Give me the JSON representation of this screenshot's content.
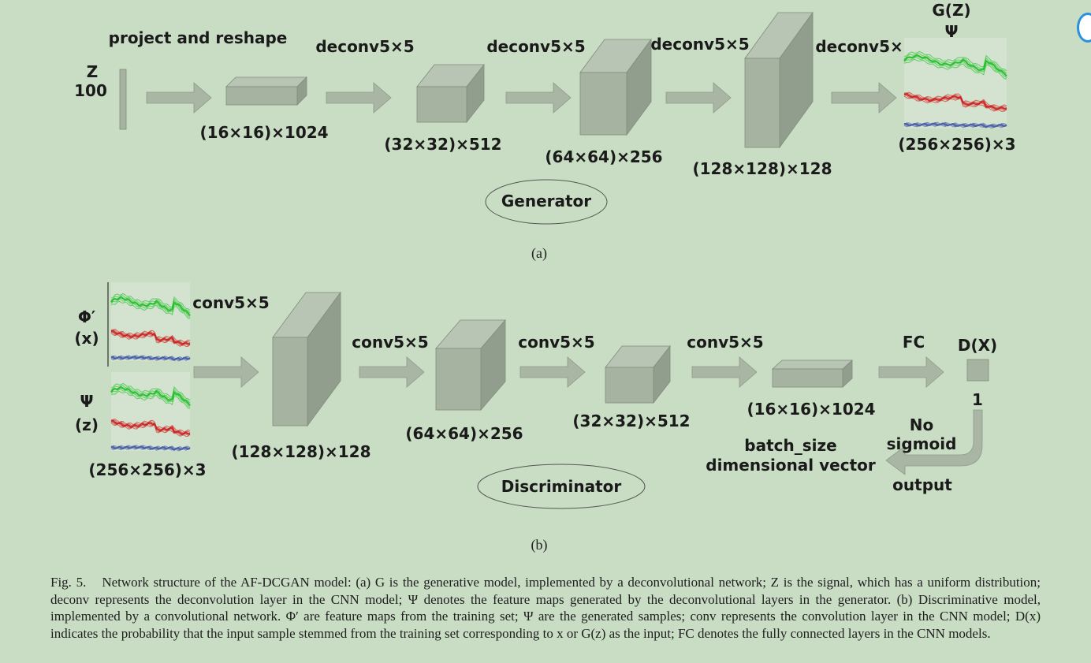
{
  "colors": {
    "background": "#c9dcc4",
    "block_front": "#a6b3a1",
    "block_top": "#b9c5b4",
    "block_side": "#919e8d",
    "arrow": "#a9b6a4",
    "curve_green": "#22c028",
    "curve_red": "#cc2222",
    "curve_blue": "#4a5fa8"
  },
  "generator": {
    "z_label": "Z",
    "z_dim": "100",
    "project_label": "project and reshape",
    "deconv_labels": [
      "deconv5×5",
      "deconv5×5",
      "deconv5×5",
      "deconv5×5"
    ],
    "dims": [
      "(16×16)×1024",
      "(32×32)×512",
      "(64×64)×256",
      "(128×128)×128",
      "(256×256)×3"
    ],
    "output_label": "G(Z)",
    "output_symbol": "Ψ",
    "name": "Generator",
    "panel_label": "(a)"
  },
  "discriminator": {
    "phi_label": "Φ′",
    "phi_sub": "(x)",
    "psi_label": "Ψ",
    "psi_sub": "(z)",
    "input_dims": "(256×256)×3",
    "conv_labels": [
      "conv5×5",
      "conv5×5",
      "conv5×5",
      "conv5×5"
    ],
    "dims": [
      "(128×128)×128",
      "(64×64)×256",
      "(32×32)×512",
      "(16×16)×1024"
    ],
    "fc_label": "FC",
    "dx_label": "D(X)",
    "dx_value": "1",
    "no_label": "No",
    "sigmoid_label": "sigmoid",
    "batch_label": "batch_size",
    "vector_label": "dimensional vector",
    "output_label": "output",
    "name": "Discriminator",
    "panel_label": "(b)"
  },
  "caption": {
    "fig_number": "Fig. 5.",
    "text": "Network structure of the AF-DCGAN model: (a) G is the generative model, implemented by a deconvolutional network; Z is the signal, which has a uniform distribution; deconv represents the deconvolution layer in the CNN model; Ψ denotes the feature maps generated by the deconvolutional layers in the generator. (b) Discriminative model, implemented by a convolutional network. Φ′ are feature maps from the training set; Ψ are the generated samples; conv represents the convolution layer in the CNN model; D(x) indicates the probability that the input sample stemmed from the training set corresponding to x or G(z) as the input; FC denotes the fully connected layers in the CNN models."
  }
}
